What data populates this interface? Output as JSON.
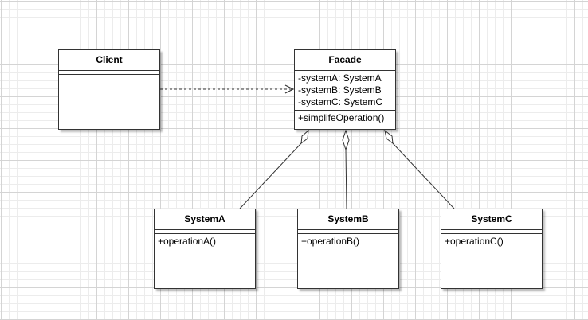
{
  "diagram": {
    "classes": {
      "client": {
        "name": "Client",
        "attributes": [],
        "operations": []
      },
      "facade": {
        "name": "Facade",
        "attributes": [
          "-systemA: SystemA",
          "-systemB: SystemB",
          "-systemC: SystemC"
        ],
        "operations": [
          "+simplifeOperation()"
        ]
      },
      "systemA": {
        "name": "SystemA",
        "attributes": [],
        "operations": [
          "+operationA()"
        ]
      },
      "systemB": {
        "name": "SystemB",
        "attributes": [],
        "operations": [
          "+operationB()"
        ]
      },
      "systemC": {
        "name": "SystemC",
        "attributes": [],
        "operations": [
          "+operationC()"
        ]
      }
    },
    "relations": [
      {
        "type": "dependency",
        "from": "Client",
        "to": "Facade",
        "style": "dashed-open-arrow"
      },
      {
        "type": "aggregation",
        "whole": "Facade",
        "part": "SystemA"
      },
      {
        "type": "aggregation",
        "whole": "Facade",
        "part": "SystemB"
      },
      {
        "type": "aggregation",
        "whole": "Facade",
        "part": "SystemC"
      }
    ],
    "colors": {
      "line": "#333333",
      "box_fill": "#ffffff",
      "grid": "#d4d4d4"
    }
  }
}
